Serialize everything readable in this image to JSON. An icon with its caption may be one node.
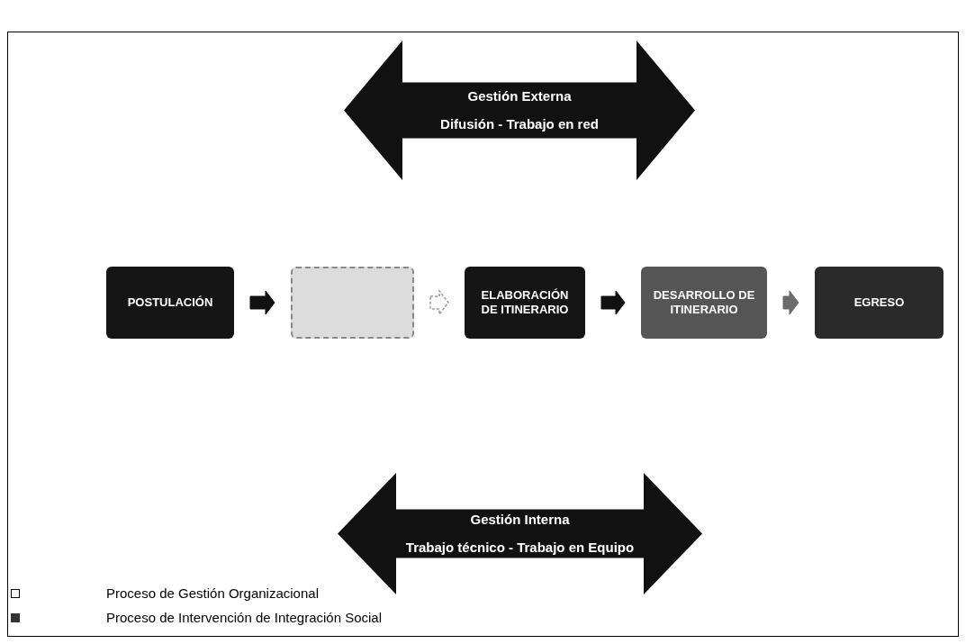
{
  "diagram": {
    "nodes": [
      {
        "text": [
          "Gestión Externa",
          "Difusión - Trabajo en red"
        ]
      },
      {
        "text": [
          "POSTULACIÓN"
        ]
      },
      {
        "text": [],
        "shape": "box"
      },
      {
        "text": [
          "ELABORACIÓN DE ITINERARIO"
        ]
      },
      {
        "text": [
          "DESARROLLO DE ITINERARIO"
        ]
      },
      {
        "text": [
          "EGRESO"
        ]
      },
      {
        "text": [
          "Gestión Interna",
          "Trabajo técnico - Trabajo en Equipo"
        ]
      }
    ],
    "edges": [
      {
        "from": 1,
        "to": 2,
        "arrow": "to"
      },
      {
        "from": 2,
        "to": 3,
        "arrow": "to",
        "style": "dashed",
        "color": "#9a9a9a"
      },
      {
        "from": 3,
        "to": 4,
        "arrow": "to"
      },
      {
        "from": 4,
        "to": 5,
        "arrow": "to",
        "color": "#6b6b6b"
      }
    ],
    "legend": [
      {
        "text": "Proceso de Gestión Organizacional"
      },
      {
        "text": "Proceso de Intervención de Integración Social"
      }
    ]
  }
}
